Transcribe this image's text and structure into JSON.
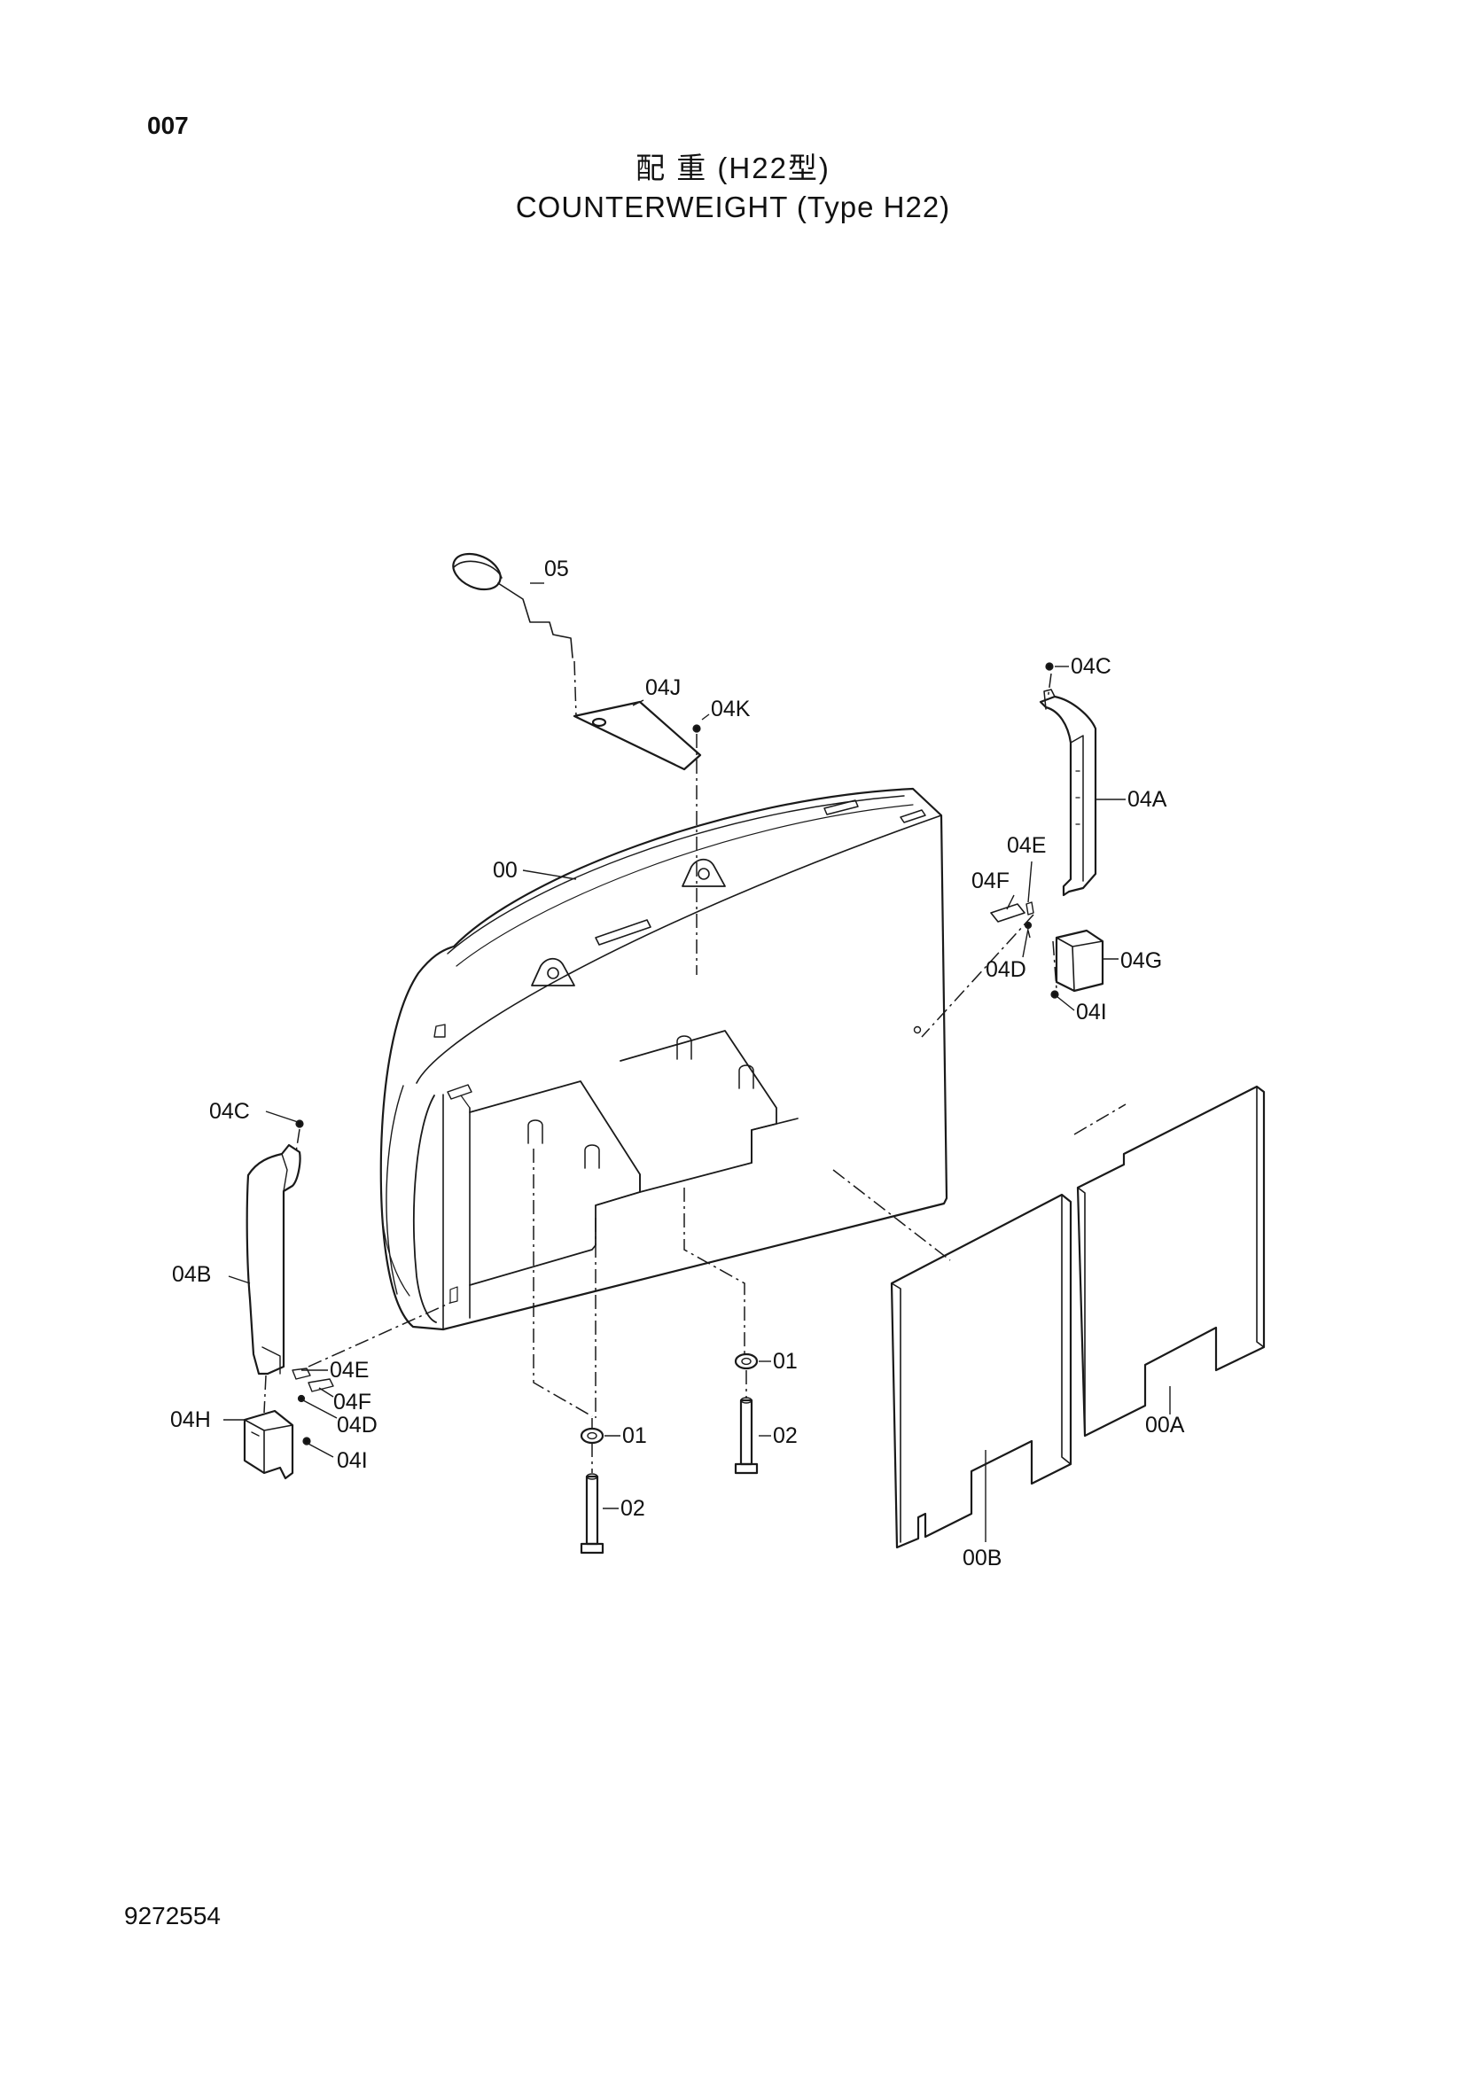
{
  "page_number": "007",
  "title": {
    "japanese": "配 重 (H22型)",
    "english": "COUNTERWEIGHT (Type H22)"
  },
  "document_code": "9272554",
  "part_labels": {
    "p05": "05",
    "p04J": "04J",
    "p04K": "04K",
    "p04C_right": "04C",
    "p04A": "04A",
    "p04E_right": "04E",
    "p04F_right": "04F",
    "p04D_right": "04D",
    "p04G": "04G",
    "p04I_right": "04I",
    "p00": "00",
    "p04C_left": "04C",
    "p04B": "04B",
    "p04E_left": "04E",
    "p04F_left": "04F",
    "p04H": "04H",
    "p04D_left": "04D",
    "p04I_left": "04I",
    "p01_left": "01",
    "p02_left": "02",
    "p01_right": "01",
    "p02_right": "02",
    "p00A": "00A",
    "p00B": "00B"
  }
}
